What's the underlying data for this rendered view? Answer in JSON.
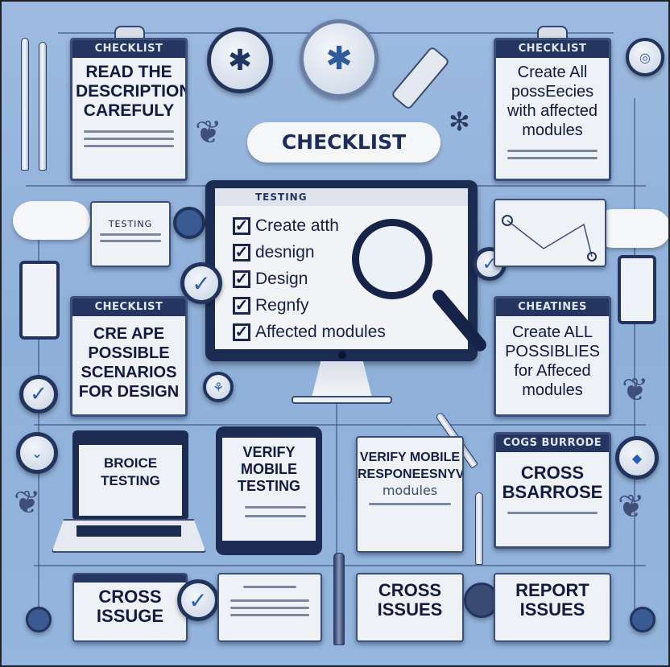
{
  "colors": {
    "background": "#8fb0da",
    "navy": "#24365f",
    "card": "#eef1f5",
    "check": "#2a5db8"
  },
  "banner": {
    "label": "CHECKLIST"
  },
  "top_left_card": {
    "header": "CHECKLIST",
    "text": "READ THE DESCRIPTION CAREFULY"
  },
  "top_right_card": {
    "header": "CHECKLIST",
    "text": "Create All possEecies with affected modules"
  },
  "small_left_card": {
    "text": "TESTING"
  },
  "monitor": {
    "header": "TESTING",
    "items": [
      "Create atth",
      "desnign",
      "Design",
      "Regnfy",
      "Affected modules"
    ]
  },
  "mid_left_card": {
    "header": "CHECKLIST",
    "text": "CRE APE POSSIBLE SCENARIOS FOR DESIGN"
  },
  "mid_right_card": {
    "header": "CHEATINES",
    "text": "Create ALL POSSIBLIES for Affeced modules"
  },
  "laptop": {
    "text": "BROICE TESTING"
  },
  "tablet": {
    "text": "VERIFY MOBILE TESTING"
  },
  "responsive_card": {
    "text": "VERIFY MOBILE RESPONEESNYVE",
    "sub": "modules"
  },
  "cross_browser_card": {
    "header": "COGS BURRODE",
    "text": "CROSS BSARROSE"
  },
  "bottom": {
    "cross_issuge": "CROSS ISSUGE",
    "cross_issues": "CROSS ISSUES",
    "report_issues": "REPORT ISSUES"
  },
  "icons": [
    "bug-icon",
    "magnifier-icon",
    "checkmark-icon",
    "cloud-icon",
    "pen-icon",
    "leaf-icon",
    "phone-icon",
    "laptop-icon",
    "tablet-icon"
  ]
}
